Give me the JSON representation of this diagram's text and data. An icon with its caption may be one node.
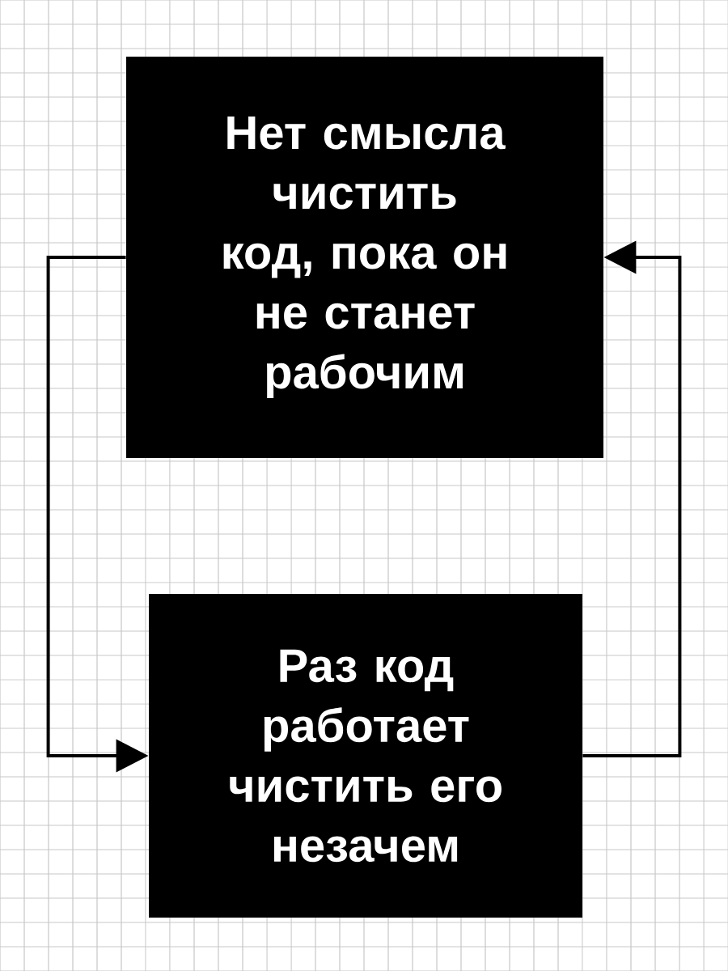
{
  "diagram": {
    "nodes": [
      {
        "text": [
          "Нет смысла чистить код, пока он не станет рабочим"
        ]
      },
      {
        "text": [
          "Раз код работает чистить его незачем"
        ]
      }
    ],
    "edges": [
      {
        "from": 0,
        "to": 1,
        "arrow": "to"
      },
      {
        "from": 1,
        "to": 0,
        "arrow": "to"
      }
    ]
  }
}
